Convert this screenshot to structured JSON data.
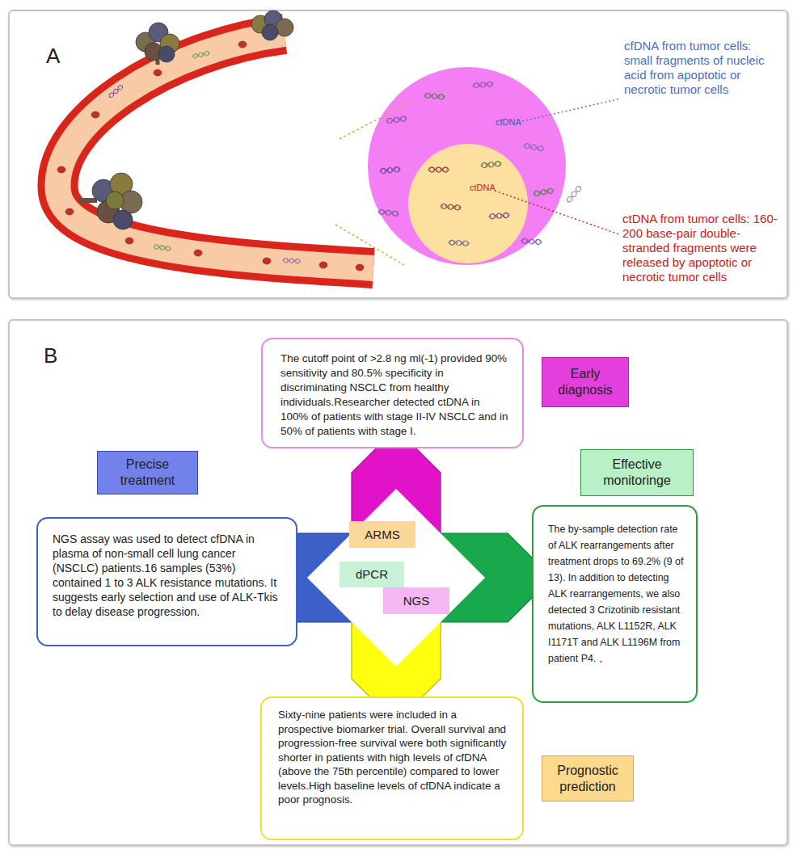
{
  "diagram": {
    "nodes": [
      {
        "text": [
          "A"
        ]
      },
      {
        "text": [
          "cfDNA"
        ],
        "in": 0
      },
      {
        "text": [
          "ctDNA"
        ],
        "in": 1
      },
      {
        "text": [
          "B"
        ]
      },
      {
        "text": [
          "The cutoff point of >2.8 ng ml(-1) provided 90% sensitivity and 80.5% specificity in discriminating NSCLC from healthy individuals.Researcher detected ctDNA in 100% of patients with stage II-IV NSCLC and in 50% of patients with stage I."
        ],
        "in": 3
      },
      {
        "text": [
          "Early diagnosis"
        ],
        "in": 3
      },
      {
        "text": [
          "Precise treatment"
        ],
        "in": 3
      },
      {
        "text": [
          "Effective monitoringe"
        ],
        "in": 3
      },
      {
        "text": [
          "NGS assay was used to detect cfDNA in plasma of non-small cell lung cancer (NSCLC) patients.16 samples (53%) contained 1 to 3 ALK resistance mutations. It suggests early selection and use of ALK-Tkis to delay disease progression."
        ],
        "in": 3
      },
      {
        "text": [],
        "in": 3
      },
      {
        "text": [
          "ARMS"
        ],
        "in": 9
      },
      {
        "text": [
          "dPCR"
        ],
        "in": 9
      },
      {
        "text": [
          "NGS"
        ],
        "in": 9
      },
      {
        "text": [
          "The by-sample detection rate of ALK rearrangements after treatment drops to 69.2% (9 of 13). In addition to detecting ALK rearrangements, we also detected 3 Crizotinib resistant mutations, ALK L1152R, ALK I1171T and ALK L1196M from patient P4. 。"
        ],
        "in": 3
      },
      {
        "text": [
          "Sixty-nine patients were included in a prospective biomarker trial. Overall survival and progression-free survival were both significantly shorter in patients with high levels of cfDNA (above the 75th percentile) compared to lower levels.High baseline levels of cfDNA indicate a poor prognosis."
        ],
        "in": 3
      },
      {
        "text": [
          "Prognostic prediction"
        ],
        "in": 3
      }
    ],
    "edges": [
      {
        "from": 9,
        "to": 4,
        "arrow": "to"
      },
      {
        "from": 9,
        "to": 8,
        "arrow": "to"
      },
      {
        "from": 9,
        "to": 13,
        "arrow": "to"
      },
      {
        "from": 9,
        "to": 14,
        "arrow": "to"
      }
    ],
    "labels": [
      "cfDNA from tumor cells: small fragments of nucleic acid from apoptotic or necrotic tumor cells",
      "ctDNA from tumor cells: 160-200 base-pair double-stranded fragments were released by apoptotic or necrotic tumor cells"
    ]
  }
}
